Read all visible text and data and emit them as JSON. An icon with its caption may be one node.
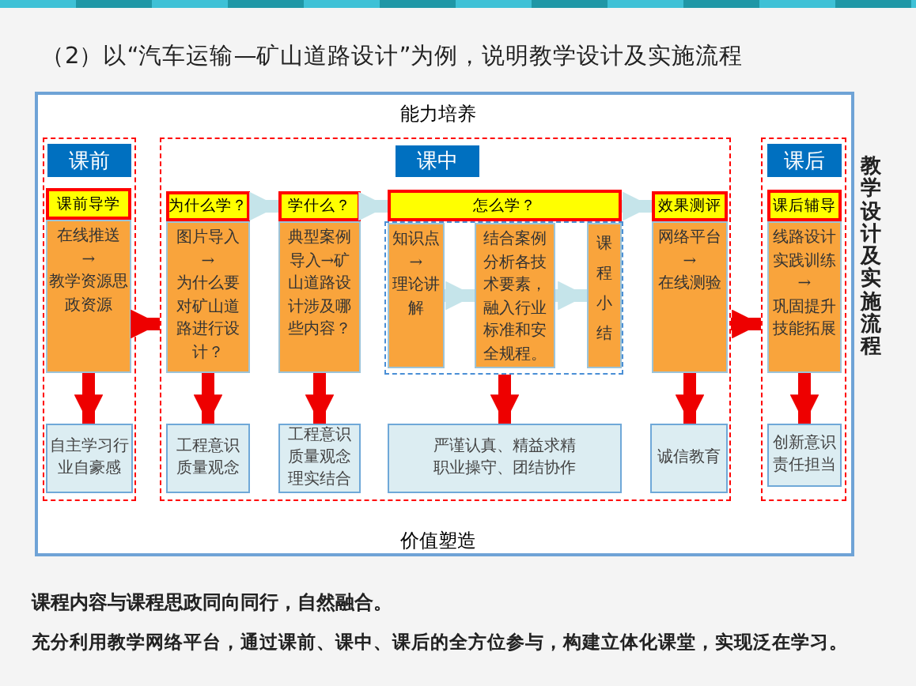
{
  "diagram": {
    "title": "（2）以“汽车运输—矿山道路设计”为例，说明教学设计及实施流程",
    "nodes": [
      {
        "text": [
          "能力培养",
          "价值塑造"
        ]
      },
      {
        "text": [
          "课前"
        ],
        "in": 0
      },
      {
        "text": [
          "课前导学"
        ],
        "in": 1
      },
      {
        "text": [
          "在线推送→教学资源思政资源"
        ],
        "in": 1
      },
      {
        "text": [
          "自主学习行业自豪感"
        ],
        "in": 1
      },
      {
        "text": [
          "课中"
        ],
        "in": 0
      },
      {
        "text": [
          "为什么学？"
        ],
        "in": 5
      },
      {
        "text": [
          "图片导入→为什么要对矿山道路进行设计？"
        ],
        "in": 5
      },
      {
        "text": [
          "工程意识质量观念"
        ],
        "in": 5
      },
      {
        "text": [
          "学什么？"
        ],
        "in": 5
      },
      {
        "text": [
          "典型案例导入→矿山道路设计涉及哪些内容？"
        ],
        "in": 5
      },
      {
        "text": [
          "工程意识质量观念理实结合"
        ],
        "in": 5
      },
      {
        "text": [
          "怎么学？"
        ],
        "in": 5
      },
      {
        "text": [],
        "shape": "box",
        "in": 5
      },
      {
        "text": [
          "知识点→理论讲解"
        ],
        "in": 13
      },
      {
        "text": [
          "结合案例分析各技术要素，融入行业标准和安全规程。"
        ],
        "in": 13
      },
      {
        "text": [
          "课程小结"
        ],
        "in": 13
      },
      {
        "text": [
          "严谨认真、精益求精职业操守、团结协作"
        ],
        "in": 5
      },
      {
        "text": [
          "效果测评"
        ],
        "in": 5
      },
      {
        "text": [
          "网络平台→在线测验"
        ],
        "in": 5
      },
      {
        "text": [
          "诚信教育"
        ],
        "in": 5
      },
      {
        "text": [
          "课后"
        ],
        "in": 0
      },
      {
        "text": [
          "课后辅导"
        ],
        "in": 21
      },
      {
        "text": [
          "线路设计实践训练→巩固提升技能拓展"
        ],
        "in": 21
      },
      {
        "text": [
          "创新意识责任担当"
        ],
        "in": 21
      }
    ],
    "edges": [
      {
        "from": 3,
        "to": 4,
        "arrow": "to"
      },
      {
        "from": 1,
        "to": 5,
        "arrow": "to"
      },
      {
        "from": 6,
        "to": 9,
        "arrow": "to",
        "color": "#c5e4ea"
      },
      {
        "from": 9,
        "to": 12,
        "arrow": "to",
        "color": "#c5e4ea"
      },
      {
        "from": 12,
        "to": 18,
        "arrow": "to",
        "color": "#c5e4ea"
      },
      {
        "from": 14,
        "to": 15,
        "arrow": "to",
        "color": "#c5e4ea"
      },
      {
        "from": 15,
        "to": 16,
        "arrow": "to",
        "color": "#c5e4ea"
      },
      {
        "from": 7,
        "to": 8,
        "arrow": "to"
      },
      {
        "from": 10,
        "to": 11,
        "arrow": "to"
      },
      {
        "from": 13,
        "to": 17,
        "arrow": "to"
      },
      {
        "from": 19,
        "to": 20,
        "arrow": "to"
      },
      {
        "from": 5,
        "to": 21,
        "arrow": "to"
      },
      {
        "from": 23,
        "to": 24,
        "arrow": "to"
      }
    ],
    "labels": [
      "教学设计及实施流程",
      "课程内容与课程思政同向同行，自然融合。",
      "充分利用教学网络平台，通过课前、课中、课后的全方位参与，构建立体化课堂，实现泛在学习。"
    ]
  }
}
